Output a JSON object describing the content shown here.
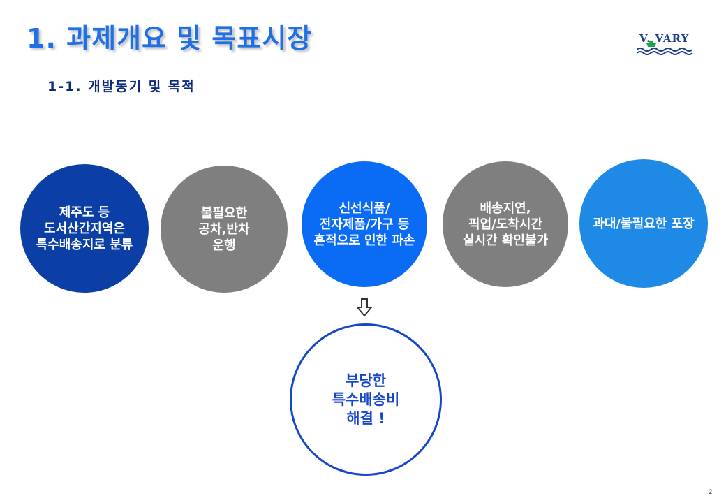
{
  "slide": {
    "title": "1. 과제개요 및 목표시장",
    "subtitle": "1-1. 개발동기 및 목적",
    "page_number": "2"
  },
  "logo": {
    "text": "V. VARY",
    "color": "#1b3f8a"
  },
  "circles": [
    {
      "text": "제주도 등\n도서산간지역은\n특수배송지로 분류",
      "color": "#0b3fa6"
    },
    {
      "text": "불필요한\n공차,반차\n운행",
      "color": "#7f7f7f"
    },
    {
      "text": "신선식품/\n전자제품/가구 등\n혼적으로 인한 파손",
      "color": "#0a6cf5"
    },
    {
      "text": "배송지연,\n픽업/도착시간\n실시간 확인불가",
      "color": "#7f7f7f"
    },
    {
      "text": "과대/불필요한 포장",
      "color": "#1f8ae6"
    }
  ],
  "arrow_icon": "down-arrow-icon",
  "result": {
    "text": "부당한\n특수배송비\n해결 !",
    "color": "#1747c9"
  },
  "colors": {
    "title": "#1f6fe5",
    "subtitle": "#0d2a7a",
    "divider": "#2e5fc7"
  }
}
